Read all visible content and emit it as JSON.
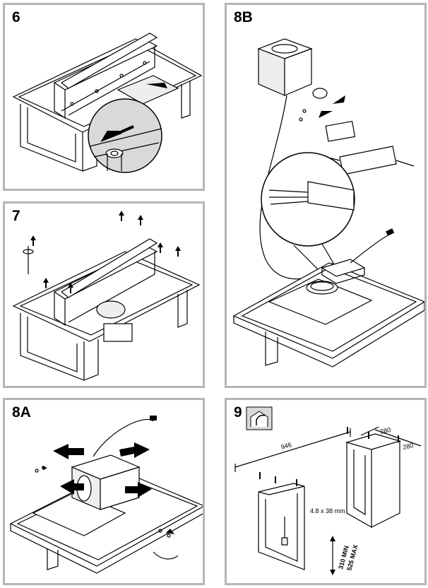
{
  "panels": {
    "p6": {
      "label": "6"
    },
    "p8b": {
      "label": "8B"
    },
    "p7": {
      "label": "7"
    },
    "p8a": {
      "label": "8A"
    },
    "p9": {
      "label": "9",
      "dims": {
        "width": "946",
        "depth_a": "280",
        "depth_b": "280",
        "screw": "4.8 x 38 mm",
        "min": "310 MIN",
        "max": "525 MAX"
      }
    }
  },
  "colors": {
    "border": "#b5b5b5",
    "line": "#000000",
    "shade": "#d9d9d9"
  }
}
